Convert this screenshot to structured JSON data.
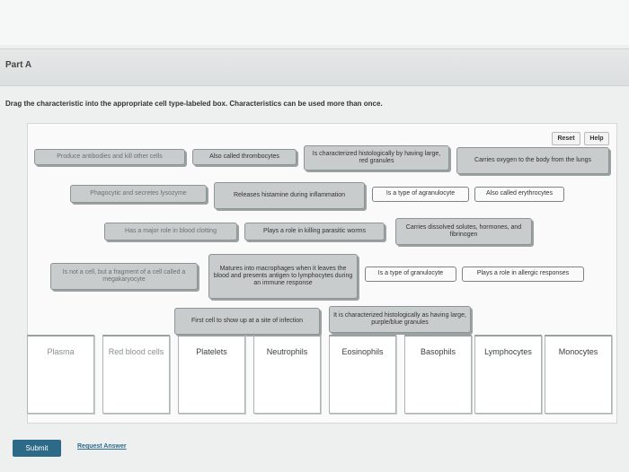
{
  "part": {
    "label": "Part A"
  },
  "instructions": "Drag the characteristic into the appropriate cell type-labeled box. Characteristics can be used more than once.",
  "toolbar": {
    "reset": "Reset",
    "help": "Help"
  },
  "chips": [
    "Produce antibodies and kill other cells",
    "Also called thrombocytes",
    "Is characterized histologically by having large, red granules",
    "Carries oxygen to the body from the lungs",
    "Phagocytic and secretes lysozyme",
    "Releases histamine during inflammation",
    "Is a type of agranulocyte",
    "Also called erythrocytes",
    "Has a major role in blood clotting",
    "Plays a role in killing parasitic worms",
    "Carries dissolved solutes, hormones, and fibrinogen",
    "Is not a cell, but a fragment of a cell called a megakaryocyte",
    "Matures into macrophages when it leaves the blood and presents antigen to lymphocytes during an immune response",
    "Is a type of granulocyte",
    "Plays a role in allergic responses",
    "First cell to show up at a site of infection",
    "It is characterized histologically as having large, purple/blue granules"
  ],
  "targets": [
    "Plasma",
    "Red blood cells",
    "Platelets",
    "Neutrophils",
    "Eosinophils",
    "Basophils",
    "Lymphocytes",
    "Monocytes"
  ],
  "footer": {
    "submit": "Submit",
    "request_answer": "Request Answer"
  }
}
